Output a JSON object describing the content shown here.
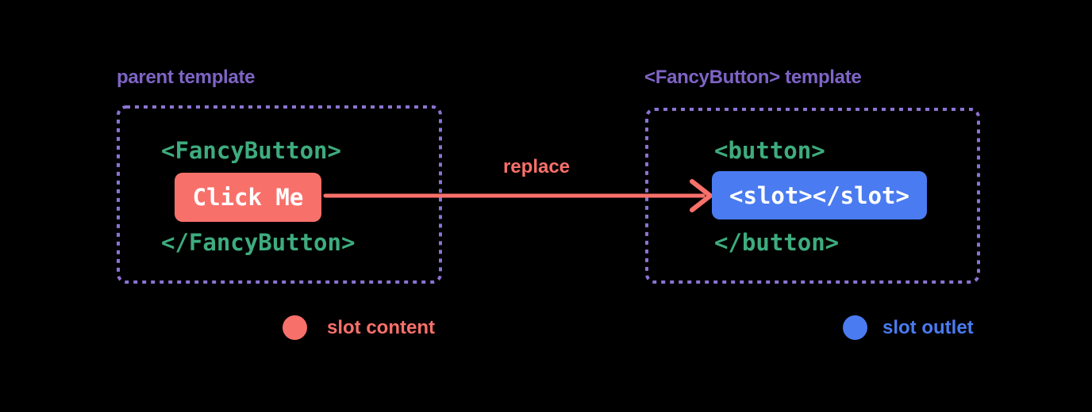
{
  "colors": {
    "background": "#000000",
    "purple_label": "#7E64C6",
    "purple_border": "#8C73D2",
    "green_code": "#3EAC7E",
    "coral": "#F8706A",
    "blue": "#4A7BF0",
    "white_text": "#FFFFFF"
  },
  "left_panel": {
    "title": "parent template",
    "code_open": "<FancyButton>",
    "button_label": "Click Me",
    "code_close": "</FancyButton>"
  },
  "arrow": {
    "label": "replace"
  },
  "right_panel": {
    "title": "<FancyButton> template",
    "code_open": "<button>",
    "slot_label": "<slot></slot>",
    "code_close": "</button>"
  },
  "legend": {
    "slot_content_label": "slot content",
    "slot_outlet_label": "slot outlet"
  }
}
